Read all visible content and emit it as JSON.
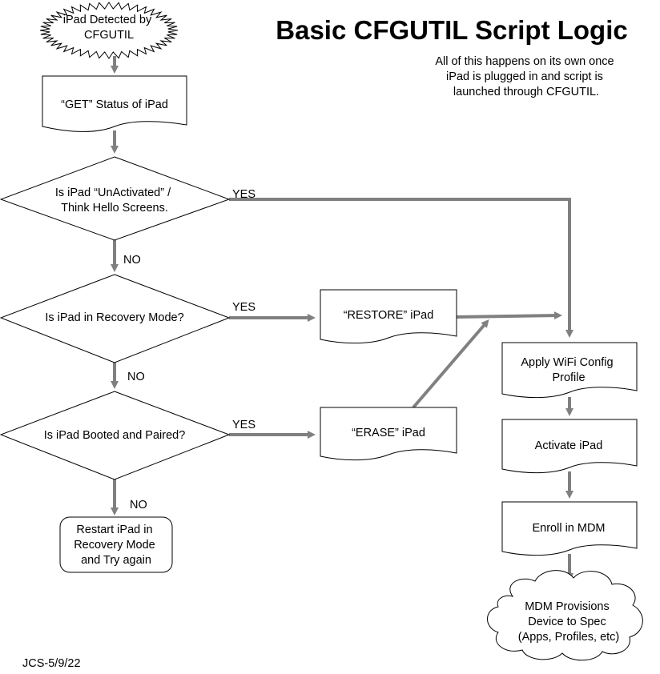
{
  "title": "Basic CFGUTIL Script Logic",
  "subtitle": [
    "All of this happens on its own once",
    "iPad is plugged in and script is",
    "launched through CFGUTIL."
  ],
  "footer": "JCS-5/9/22",
  "colors": {
    "arrow": "#808080",
    "stroke": "#000000",
    "fill": "#ffffff"
  },
  "nodes": {
    "detected": [
      "iPad Detected by",
      "CFGUTIL"
    ],
    "get_status": [
      "“GET” Status of iPad"
    ],
    "unactivated": [
      "Is iPad “UnActivated” /",
      "Think Hello Screens."
    ],
    "recovery": [
      "Is iPad in Recovery Mode?"
    ],
    "booted": [
      "Is iPad Booted and Paired?"
    ],
    "restart": [
      "Restart iPad in",
      "Recovery Mode",
      "and Try again"
    ],
    "restore": [
      "“RESTORE” iPad"
    ],
    "erase": [
      "“ERASE” iPad"
    ],
    "wifi": [
      "Apply WiFi Config",
      "Profile"
    ],
    "activate": [
      "Activate iPad"
    ],
    "enroll": [
      "Enroll in MDM"
    ],
    "mdm": [
      "MDM Provisions",
      "Device to Spec",
      "(Apps, Profiles, etc)"
    ]
  },
  "edge_labels": {
    "unactivated_yes": "YES",
    "unactivated_no": "NO",
    "recovery_yes": "YES",
    "recovery_no": "NO",
    "booted_yes": "YES",
    "booted_no": "NO"
  }
}
